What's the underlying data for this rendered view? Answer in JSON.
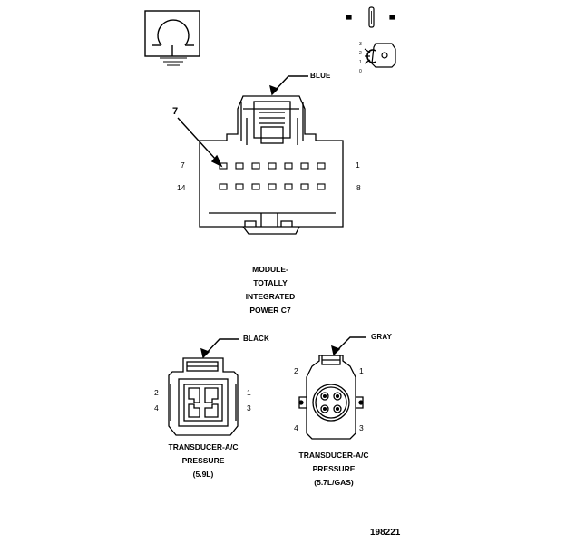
{
  "module_connector": {
    "wire_color": "BLUE",
    "callout_number": "7",
    "pin_labels": {
      "top_left": "7",
      "top_right": "1",
      "bottom_left": "14",
      "bottom_right": "8"
    },
    "caption": [
      "MODULE-",
      "TOTALLY",
      "INTEGRATED",
      "POWER C7"
    ]
  },
  "transducer_59": {
    "wire_color": "BLACK",
    "pin_labels": {
      "p1": "1",
      "p2": "2",
      "p3": "3",
      "p4": "4"
    },
    "caption": [
      "TRANSDUCER-A/C",
      "PRESSURE",
      "(5.9L)"
    ]
  },
  "transducer_57": {
    "wire_color": "GRAY",
    "pin_labels": {
      "p1": "1",
      "p2": "2",
      "p3": "3",
      "p4": "4"
    },
    "caption": [
      "TRANSDUCER-A/C",
      "PRESSURE",
      "(5.7L/GAS)"
    ]
  },
  "figure_number": "198221"
}
